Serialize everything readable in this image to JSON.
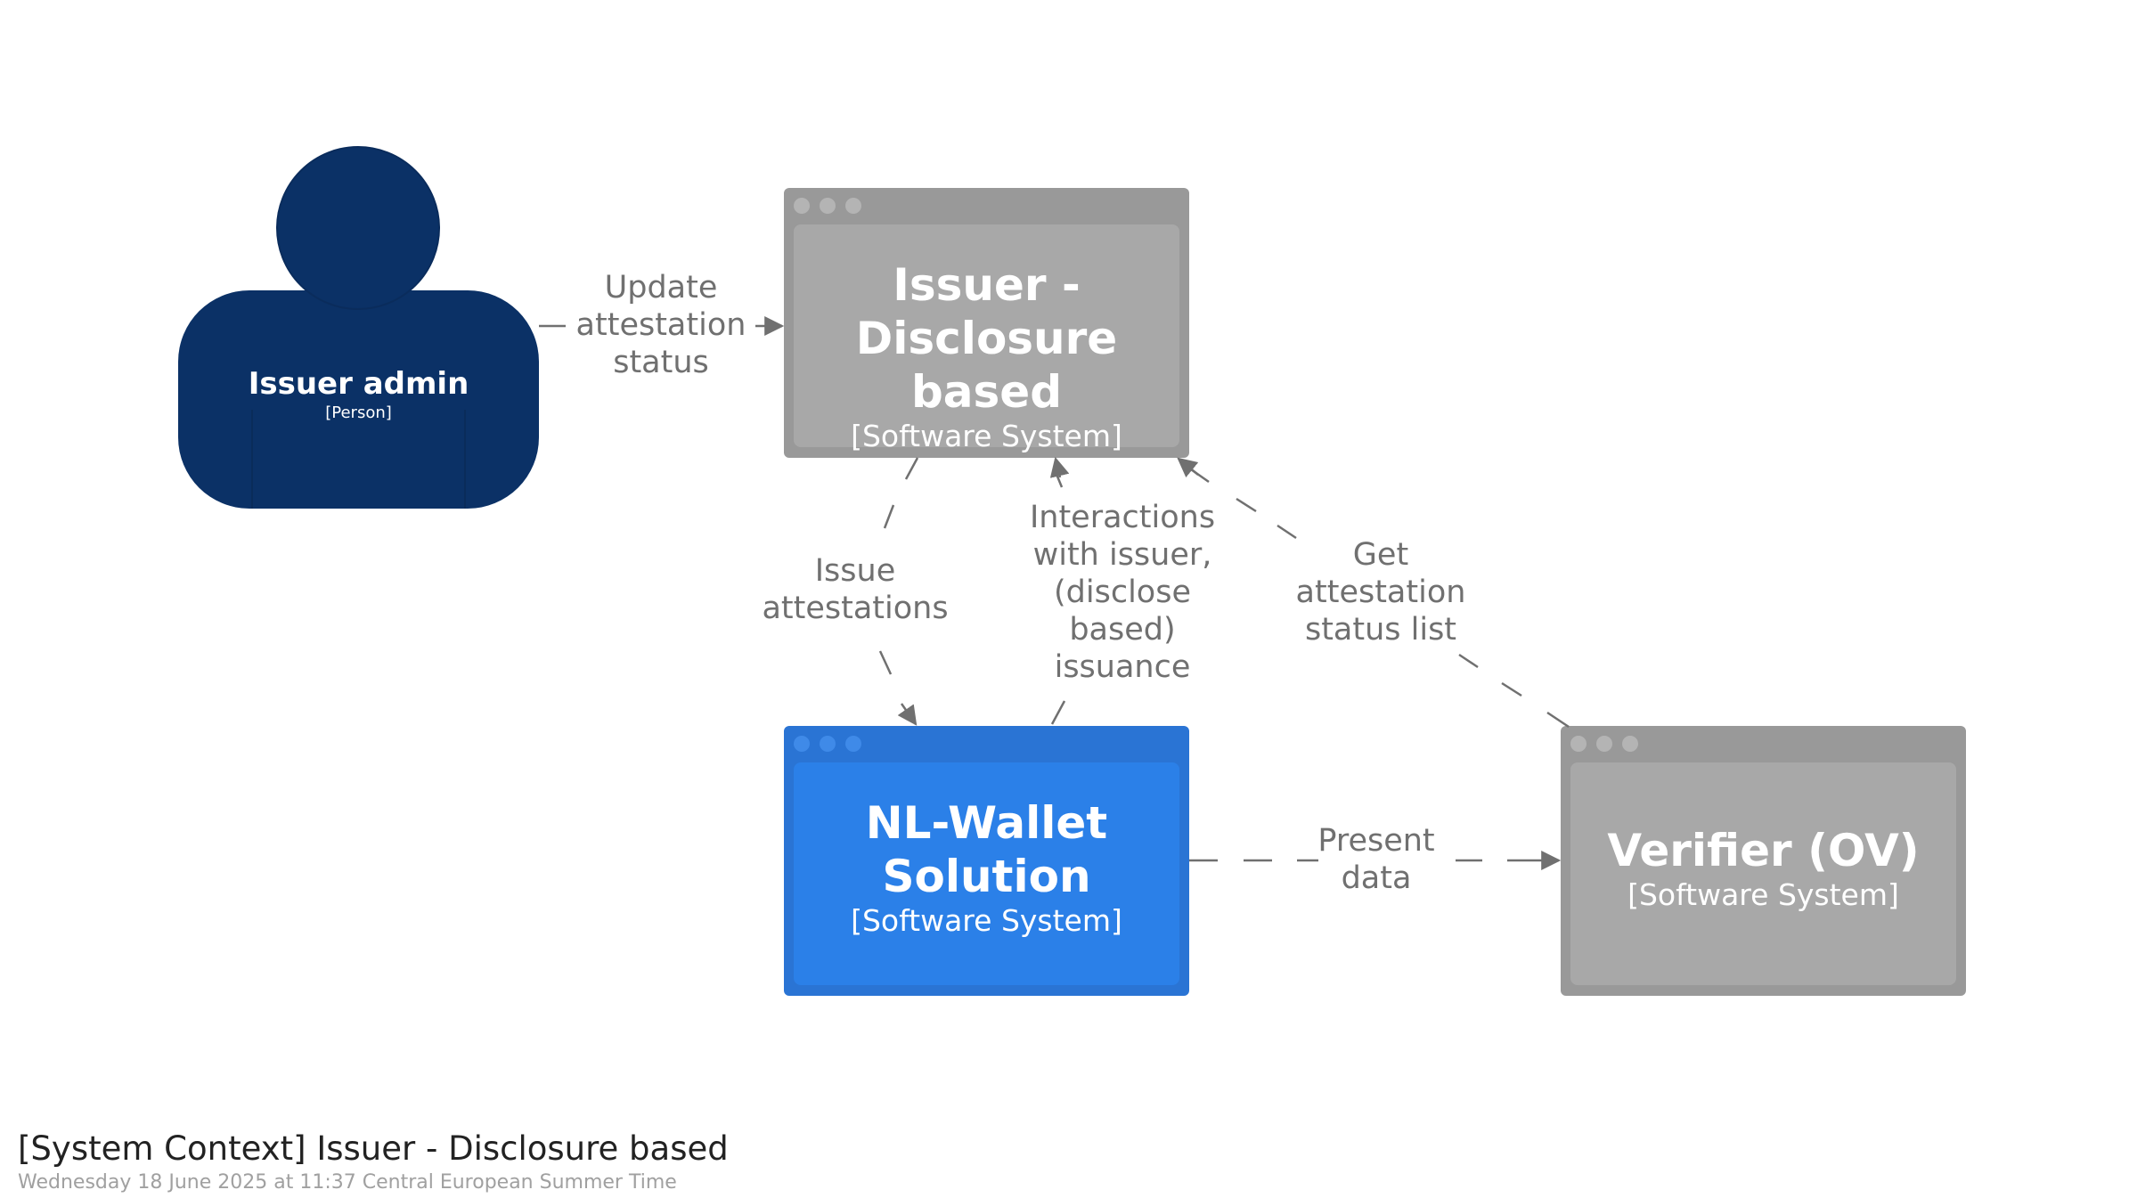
{
  "title": "[System Context] Issuer - Disclosure based",
  "subtitle": "Wednesday 18 June 2025 at 11:37 Central European Summer Time",
  "colors": {
    "person": "#0b3166",
    "internal_system": "#2b80e8",
    "internal_system_border": "#2a74d4",
    "external_system": "#a8a8a8",
    "external_system_border": "#999999",
    "relationship": "#707070"
  },
  "elements": {
    "issuer_admin": {
      "name": "Issuer admin",
      "type": "[Person]",
      "shape": "person"
    },
    "issuer_system": {
      "name": "Issuer -\nDisclosure based",
      "type": "[Software System]",
      "shape": "web-browser"
    },
    "wallet": {
      "name": "NL-Wallet\nSolution",
      "type": "[Software System]",
      "shape": "web-browser"
    },
    "verifier": {
      "name": "Verifier (OV)",
      "type": "[Software System]",
      "shape": "web-browser"
    }
  },
  "relationships": [
    {
      "from": "Issuer admin",
      "to": "Issuer - Disclosure based",
      "label": "Update\nattestation\nstatus"
    },
    {
      "from": "Issuer - Disclosure based",
      "to": "NL-Wallet Solution",
      "label": "Issue\nattestations"
    },
    {
      "from": "NL-Wallet Solution",
      "to": "Issuer - Disclosure based",
      "label": "Interactions\nwith issuer,\n(disclose\nbased)\nissuance"
    },
    {
      "from": "Verifier (OV)",
      "to": "Issuer - Disclosure based",
      "label": "Get\nattestation\nstatus list"
    },
    {
      "from": "NL-Wallet Solution",
      "to": "Verifier (OV)",
      "label": "Present\ndata"
    }
  ]
}
